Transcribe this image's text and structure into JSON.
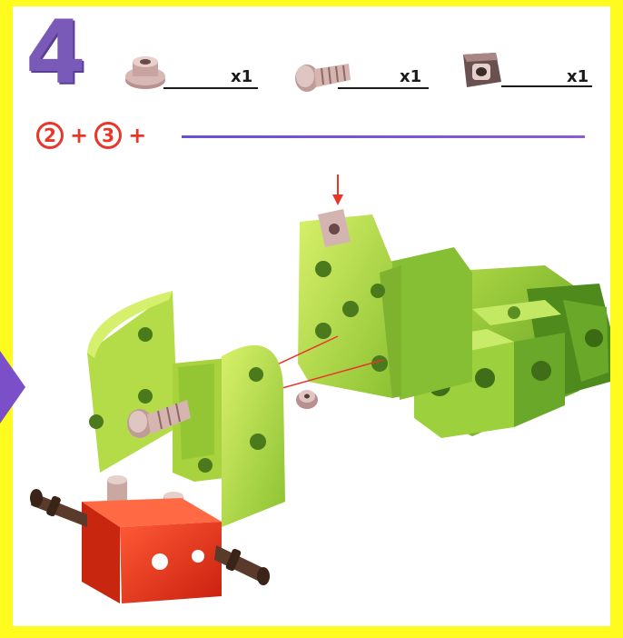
{
  "step": {
    "number": "4"
  },
  "parts": [
    {
      "name": "nut-icon",
      "qty": "x1"
    },
    {
      "name": "screw-icon",
      "qty": "x1"
    },
    {
      "name": "square-nut-icon",
      "qty": "x1"
    }
  ],
  "formula": {
    "a": "2",
    "b": "3",
    "plus": "+"
  },
  "colors": {
    "accent": "#7a5ab8",
    "red": "#e8362b",
    "green": "#b8e04a",
    "orange": "#ee3a1e"
  }
}
